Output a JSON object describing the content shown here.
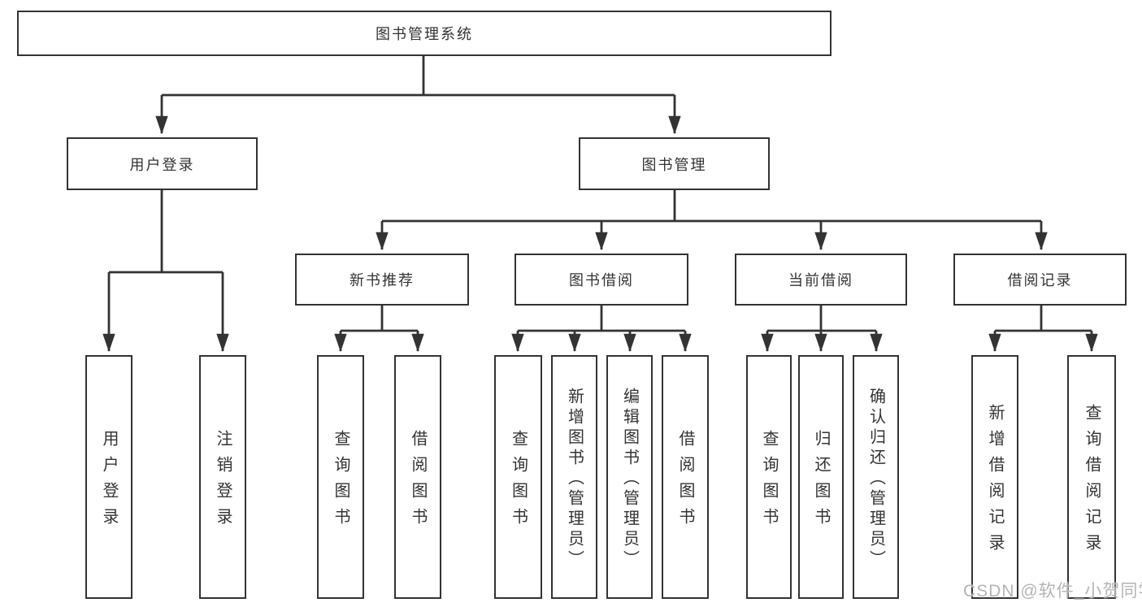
{
  "diagram": {
    "type": "hierarchy-tree",
    "nodes": {
      "root": {
        "label": "图书管理系统"
      },
      "user_login": {
        "label": "用户登录"
      },
      "book_mgmt": {
        "label": "图书管理"
      },
      "new_book_rec": {
        "label": "新书推荐"
      },
      "book_borrow": {
        "label": "图书借阅"
      },
      "current_borrow": {
        "label": "当前借阅"
      },
      "borrow_records": {
        "label": "借阅记录"
      },
      "leaf_user_login": {
        "label": "用户登录"
      },
      "leaf_logout_login": {
        "label": "注销登录"
      },
      "leaf_query_book_rec": {
        "label": "查询图书"
      },
      "leaf_borrow_book_rec": {
        "label": "借阅图书"
      },
      "leaf_query_book_borrow": {
        "label": "查询图书"
      },
      "leaf_add_book_admin": {
        "label": "新增图书（管理员）"
      },
      "leaf_edit_book_admin": {
        "label": "编辑图书（管理员）"
      },
      "leaf_borrow_book_borrow": {
        "label": "借阅图书"
      },
      "leaf_query_book_current": {
        "label": "查询图书"
      },
      "leaf_return_book": {
        "label": "归还图书"
      },
      "leaf_confirm_return_admin": {
        "label": "确认归还（管理员）"
      },
      "leaf_add_borrow_record": {
        "label": "新增借阅记录"
      },
      "leaf_query_borrow_record": {
        "label": "查询借阅记录"
      }
    },
    "edges": [
      [
        "root",
        "user_login"
      ],
      [
        "root",
        "book_mgmt"
      ],
      [
        "user_login",
        "leaf_user_login"
      ],
      [
        "user_login",
        "leaf_logout_login"
      ],
      [
        "book_mgmt",
        "new_book_rec"
      ],
      [
        "book_mgmt",
        "book_borrow"
      ],
      [
        "book_mgmt",
        "current_borrow"
      ],
      [
        "book_mgmt",
        "borrow_records"
      ],
      [
        "new_book_rec",
        "leaf_query_book_rec"
      ],
      [
        "new_book_rec",
        "leaf_borrow_book_rec"
      ],
      [
        "book_borrow",
        "leaf_query_book_borrow"
      ],
      [
        "book_borrow",
        "leaf_add_book_admin"
      ],
      [
        "book_borrow",
        "leaf_edit_book_admin"
      ],
      [
        "book_borrow",
        "leaf_borrow_book_borrow"
      ],
      [
        "current_borrow",
        "leaf_query_book_current"
      ],
      [
        "current_borrow",
        "leaf_return_book"
      ],
      [
        "current_borrow",
        "leaf_confirm_return_admin"
      ],
      [
        "borrow_records",
        "leaf_add_borrow_record"
      ],
      [
        "borrow_records",
        "leaf_query_borrow_record"
      ]
    ]
  },
  "watermark": {
    "text": "CSDN @软件_小贺同学"
  },
  "colors": {
    "line": "#333333",
    "box_border": "#333333",
    "text": "#333333",
    "watermark": "#b4b4b4",
    "background": "#ffffff"
  }
}
